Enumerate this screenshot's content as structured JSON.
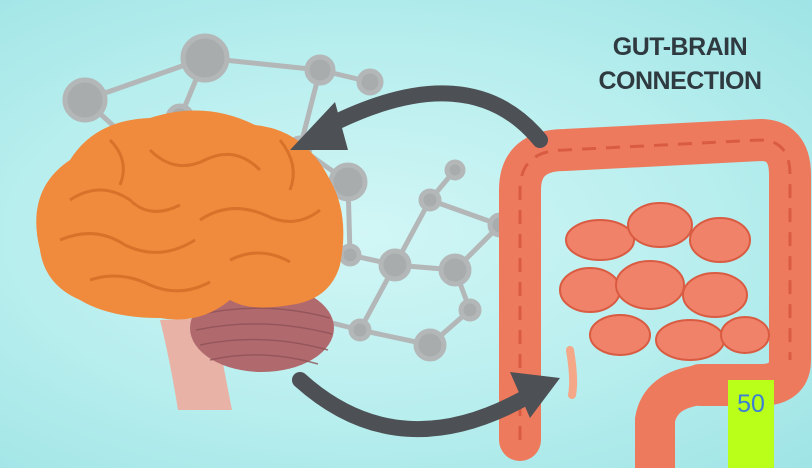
{
  "title": {
    "line1": "GUT-BRAIN",
    "line2": "CONNECTION"
  },
  "page_badge": {
    "number": "50",
    "color": "#b9ff1a",
    "text_color": "#3a7fd5"
  },
  "illustration": {
    "brain_color": "#f08a3c",
    "cerebellum_color": "#b06a6e",
    "intestine_color": "#ee7a5e",
    "network_color": "#a9acad",
    "arrow_color": "#4d5054",
    "background_color": "#b8eeee"
  }
}
